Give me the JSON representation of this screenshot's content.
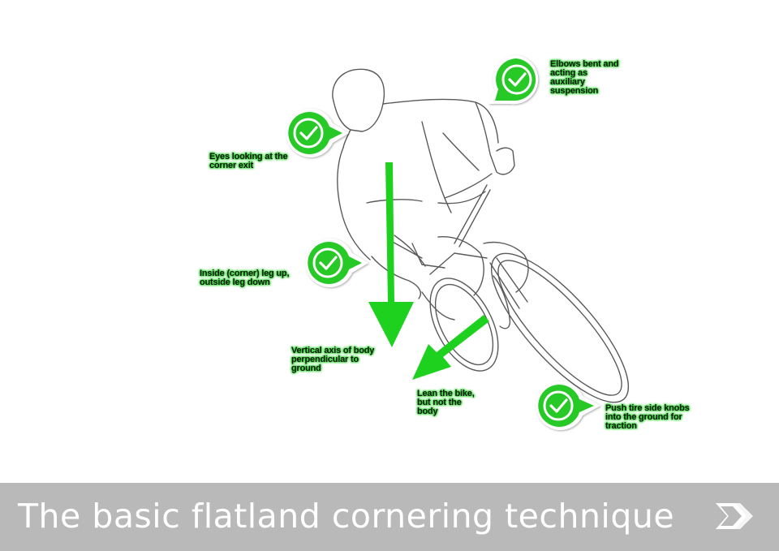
{
  "annotations": {
    "elbows": [
      "Elbows bent and",
      "acting as",
      "auxiliary",
      "suspension"
    ],
    "eyes": [
      "Eyes looking at the",
      "corner exit"
    ],
    "legs": [
      "Inside (corner) leg up,",
      "outside leg down"
    ],
    "vertical_axis": [
      "Vertical axis of body",
      "perpendicular to",
      "ground"
    ],
    "lean": [
      "Lean the bike,",
      "but not the",
      "body"
    ],
    "tire": [
      "Push tire side knobs",
      "into the ground for",
      "traction"
    ]
  },
  "banner": {
    "title": "The basic flatland cornering technique",
    "next_icon": "double-chevron-right-icon"
  },
  "colors": {
    "accent_green": "#1fd11f",
    "badge_green": "#26c926",
    "banner_bg": "#b9b9b9",
    "sketch_line": "#5a5a5a"
  }
}
